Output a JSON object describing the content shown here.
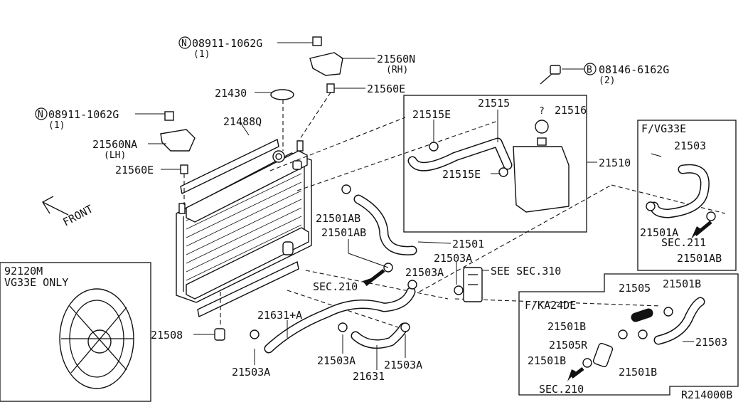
{
  "callouts": {
    "n_bolt_top": "08911-1062G",
    "n_bolt_top_qty": "(1)",
    "n_bolt_left": "08911-1062G",
    "n_bolt_left_qty": "(1)",
    "b_bolt": "08146-6162G",
    "b_bolt_qty": "(2)",
    "p21560n": "21560N",
    "p21560n_side": "(RH)",
    "p21560e_top": "21560E",
    "p21430": "21430",
    "p21488q": "21488Q",
    "p21560na": "21560NA",
    "p21560na_side": "(LH)",
    "p21560e_left": "21560E",
    "p21515e_top": "21515E",
    "p21515": "21515",
    "p21516": "21516",
    "p21516_prefix": "?",
    "p21515e_mid": "21515E",
    "p21510": "21510",
    "p21501ab_1": "21501AB",
    "p21501ab_2": "21501AB",
    "p21501": "21501",
    "p21503a_1": "21503A",
    "p21503a_2": "21503A",
    "see_sec310": "SEE SEC.310",
    "sec210": "SEC.210",
    "p21631a": "21631+A",
    "p21508": "21508",
    "p21503a_3": "21503A",
    "p21503a_4": "21503A",
    "p21503a_5": "21503A",
    "p21631": "21631",
    "front": "FRONT"
  },
  "n_marker": "N",
  "b_marker": "B",
  "fan_box": {
    "part": "92120M",
    "note": "VG33E ONLY"
  },
  "vg33e_box": {
    "title": "F/VG33E",
    "p21503": "21503",
    "p21501a": "21501A",
    "sec211": "SEC.211",
    "p21501ab": "21501AB"
  },
  "ka24de_box": {
    "title": "F/KA24DE",
    "p21505": "21505",
    "p21501b_top": "21501B",
    "p21501b_1": "21501B",
    "p21505r": "21505R",
    "p21501b_2": "21501B",
    "p21503": "21503",
    "p21501b_3": "21501B",
    "sec210": "SEC.210"
  },
  "figure_id": "R214000B"
}
